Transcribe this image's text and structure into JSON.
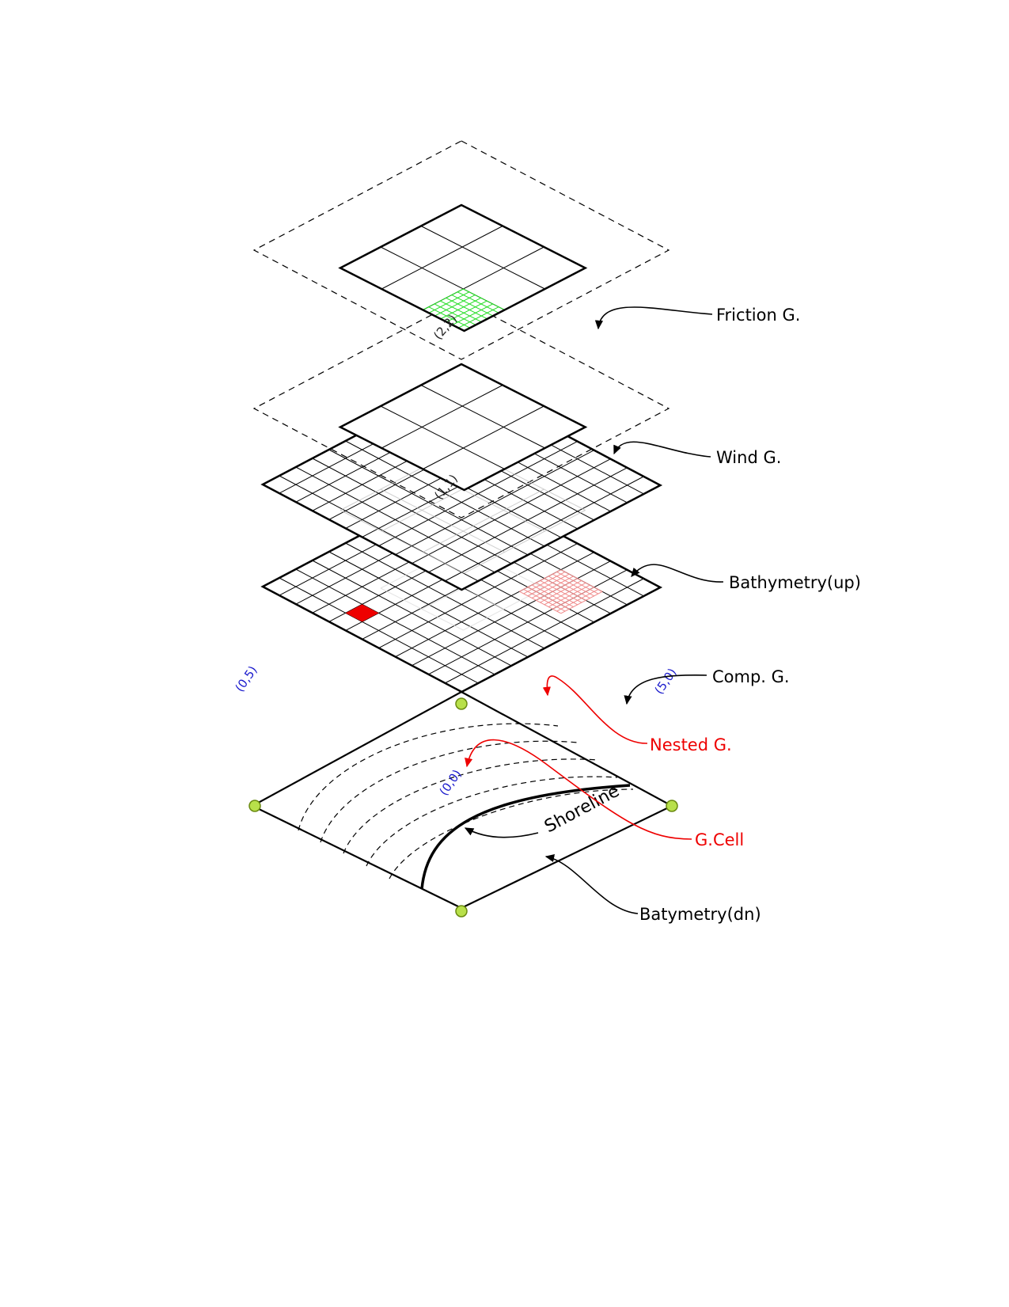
{
  "labels": {
    "friction": "Friction G.",
    "wind": "Wind G.",
    "bathy_up": "Bathymetry(up)",
    "comp": "Comp. G.",
    "nested": "Nested G.",
    "gcell": "G.Cell",
    "bathy_dn": "Batymetry(dn)",
    "shoreline": "Shoreline"
  },
  "coords": {
    "friction_origin": "(2,2)",
    "wind_origin": "(1,1)",
    "comp_left": "(0,5)",
    "comp_right": "(5,0)",
    "gcell_origin": "(0,0)"
  },
  "colors": {
    "friction_fine_grid": "#22dd22",
    "nested_grid": "#f08a8a",
    "red": "#ee0000",
    "coord_text": "#1a1acc",
    "node": "#b8e04a"
  }
}
